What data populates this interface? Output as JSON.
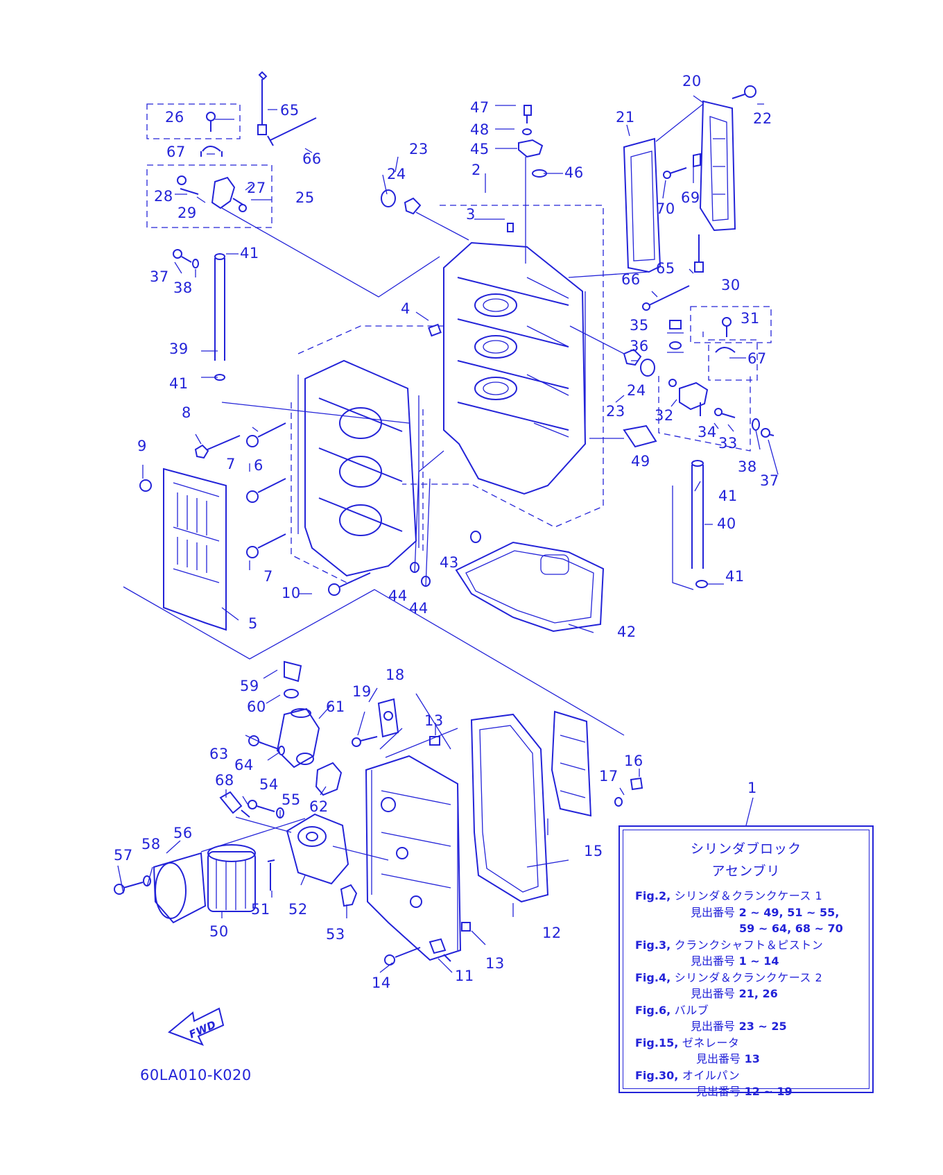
{
  "diagram_code": "60LA010-K020",
  "fwd_label": "FWD",
  "legend": {
    "title_line1": "シリンダブロック",
    "title_line2": "アセンブリ",
    "ref_label": "見出番号",
    "entries": [
      {
        "fig": "Fig.2,",
        "name": "シリンダ＆クランクケース 1",
        "refs": "2 ~ 49, 51 ~ 55,",
        "refs_more": "59 ~ 64, 68 ~ 70"
      },
      {
        "fig": "Fig.3,",
        "name": "クランクシャフト＆ピストン",
        "refs": "1 ~ 14",
        "refs_more": ""
      },
      {
        "fig": "Fig.4,",
        "name": "シリンダ＆クランクケース 2",
        "refs": "21, 26",
        "refs_more": ""
      },
      {
        "fig": "Fig.6,",
        "name": "バルブ",
        "refs": "23 ~ 25",
        "refs_more": ""
      },
      {
        "fig": "Fig.15,",
        "name": "ゼネレータ",
        "refs": "13",
        "refs_more": ""
      },
      {
        "fig": "Fig.30,",
        "name": "オイルパン",
        "refs": "12 ~ 19",
        "refs_more": ""
      }
    ]
  },
  "callouts": {
    "c1": "1",
    "c2": "2",
    "c3": "3",
    "c4": "4",
    "c5": "5",
    "c6": "6",
    "c7": "7",
    "c8": "8",
    "c9": "9",
    "c10": "10",
    "c11": "11",
    "c12": "12",
    "c13": "13",
    "c14": "14",
    "c15": "15",
    "c16": "16",
    "c17": "17",
    "c18": "18",
    "c19": "19",
    "c20": "20",
    "c21": "21",
    "c22": "22",
    "c23": "23",
    "c24": "24",
    "c25": "25",
    "c26": "26",
    "c27": "27",
    "c28": "28",
    "c29": "29",
    "c30": "30",
    "c31": "31",
    "c32": "32",
    "c33": "33",
    "c34": "34",
    "c35": "35",
    "c36": "36",
    "c37": "37",
    "c38": "38",
    "c39": "39",
    "c40": "40",
    "c41": "41",
    "c42": "42",
    "c43": "43",
    "c44": "44",
    "c45": "45",
    "c46": "46",
    "c47": "47",
    "c48": "48",
    "c49": "49",
    "c50": "50",
    "c51": "51",
    "c52": "52",
    "c53": "53",
    "c54": "54",
    "c55": "55",
    "c56": "56",
    "c57": "57",
    "c58": "58",
    "c59": "59",
    "c60": "60",
    "c61": "61",
    "c62": "62",
    "c63": "63",
    "c64": "64",
    "c65": "65",
    "c66": "66",
    "c67": "67",
    "c68": "68",
    "c69": "69",
    "c70": "70"
  }
}
